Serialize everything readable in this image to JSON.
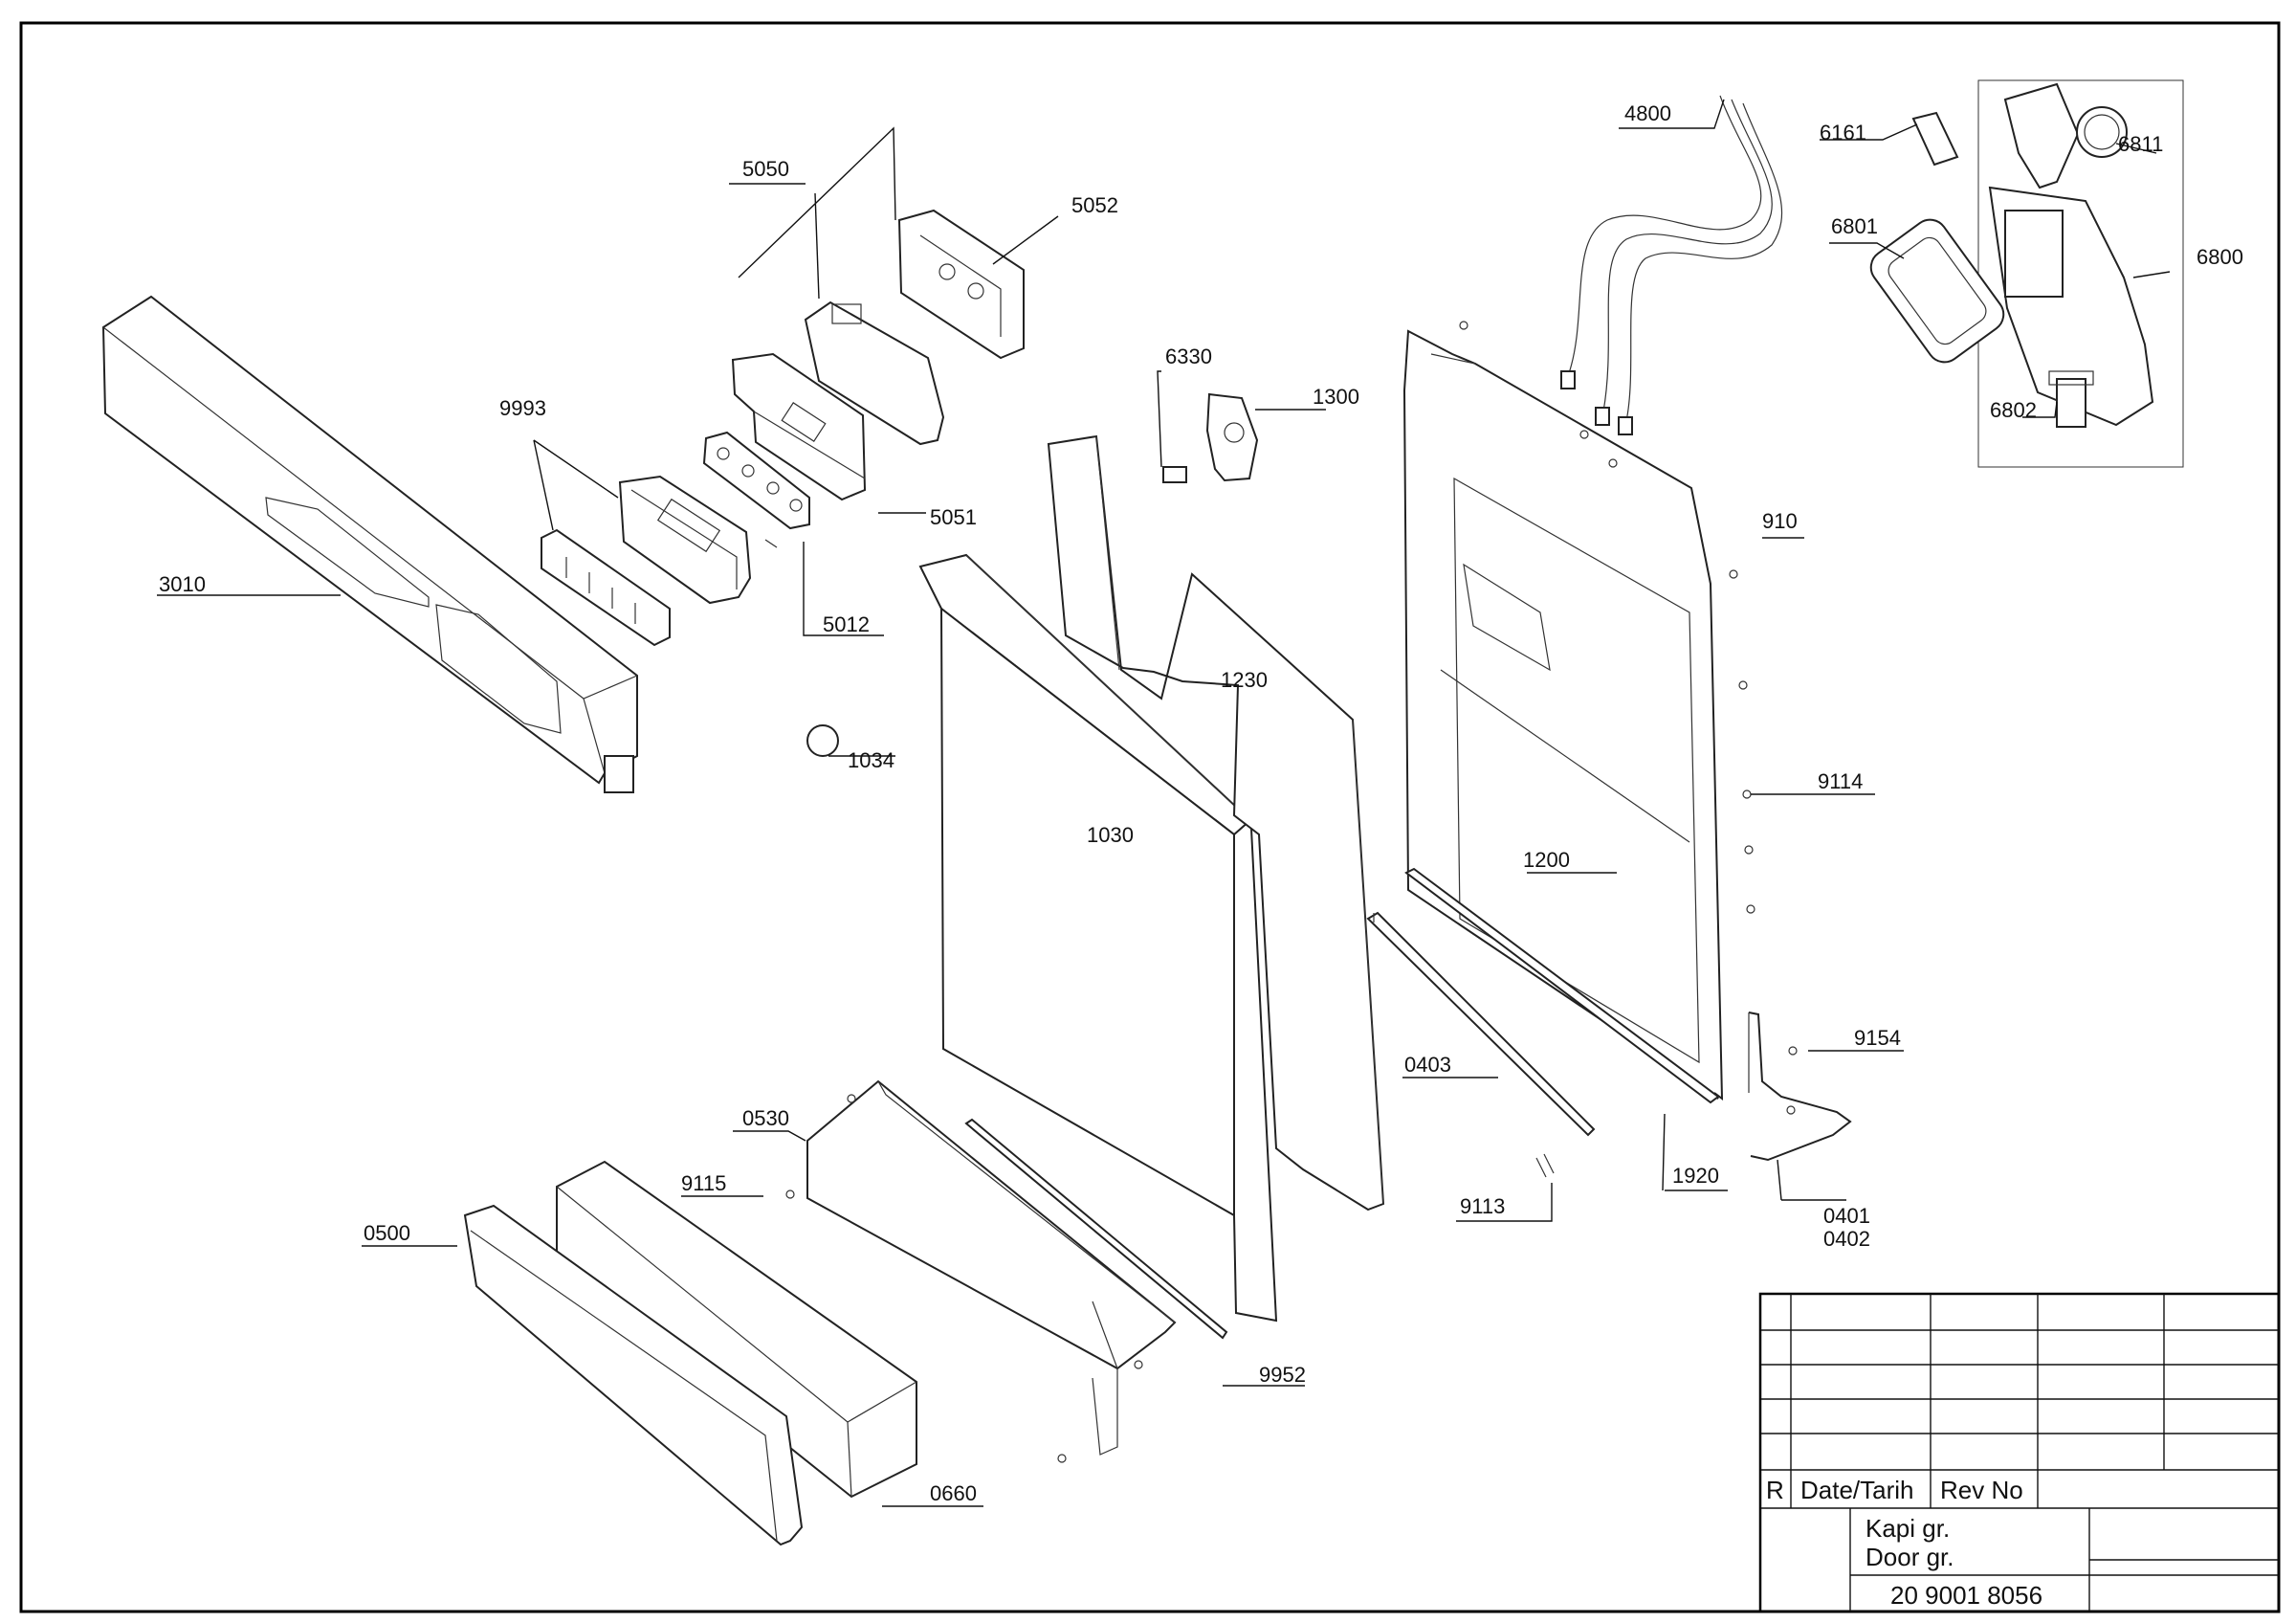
{
  "labels": {
    "l4800": "4800",
    "l6161": "6161",
    "l6811": "6811",
    "l6801": "6801",
    "l6800": "6800",
    "l6802": "6802",
    "l5050": "5050",
    "l5052": "5052",
    "l6330": "6330",
    "l1300": "1300",
    "l9993": "9993",
    "l5051": "5051",
    "l910": "910",
    "l3010": "3010",
    "l5012": "5012",
    "l1230": "1230",
    "l1034": "1034",
    "l9114": "9114",
    "l1030": "1030",
    "l1200": "1200",
    "l9154": "9154",
    "l0403": "0403",
    "l0530": "0530",
    "l1920": "1920",
    "l9115": "9115",
    "l9113": "9113",
    "l0401": "0401",
    "l0402": "0402",
    "l0500": "0500",
    "l9952": "9952",
    "l0660": "0660"
  },
  "title_block": {
    "rev_col_r": "R",
    "rev_col_date": "Date/Tarih",
    "rev_col_revno": "Rev No",
    "title_tr": "Kapi gr.",
    "title_en": "Door gr.",
    "drawing_number": "20 9001 8056"
  }
}
